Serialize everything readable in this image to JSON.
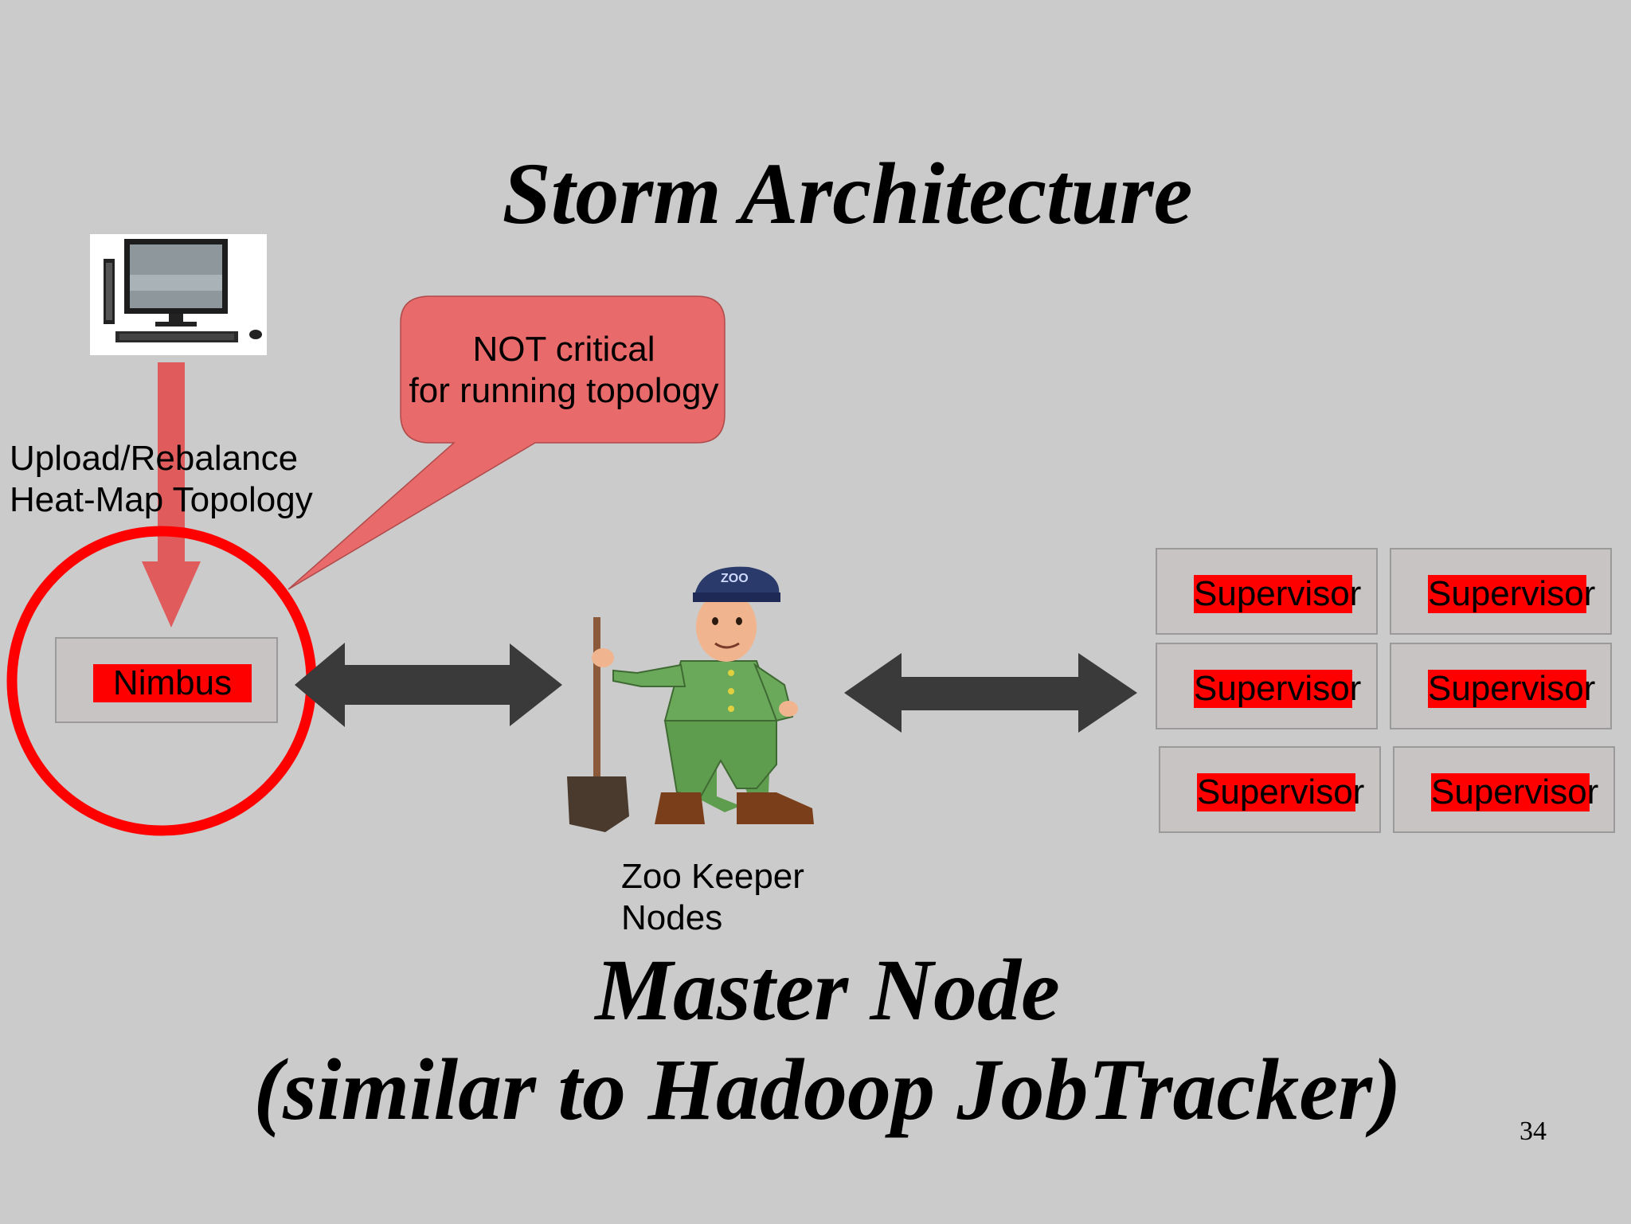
{
  "slide": {
    "title": "Storm Architecture",
    "callout": "NOT critical\nfor running topology",
    "upload_label": "Upload/Rebalance\nHeat-Map Topology",
    "nimbus_label": "Nimbus",
    "zookeeper_label": "Zoo Keeper\nNodes",
    "supervisors": [
      "Supervisor",
      "Supervisor",
      "Supervisor",
      "Supervisor",
      "Supervisor",
      "Supervisor"
    ],
    "master_line1": "Master Node",
    "master_line2": "(similar to Hadoop JobTracker)",
    "page_number": "34",
    "hat_text": "ZOO"
  },
  "colors": {
    "background": "#cbcbcb",
    "highlight_red": "#ff0000",
    "callout_fill": "#e86a6a",
    "arrow_dark": "#3a3a3a"
  }
}
